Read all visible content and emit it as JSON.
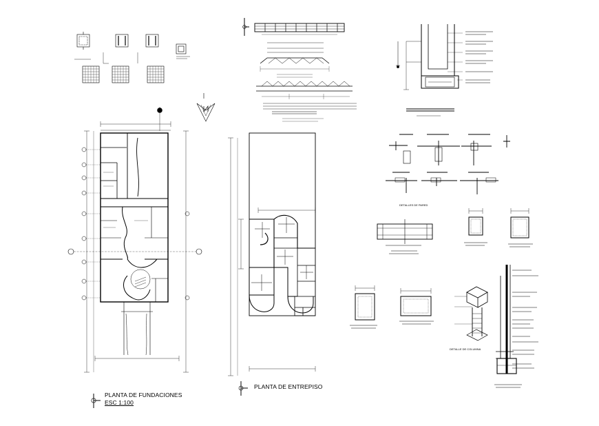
{
  "titles": {
    "plan_foundations": "PLANTA DE FUNDACIONES",
    "plan_foundations_scale": "ESC 1:100",
    "plan_entrepiso": "PLANTA DE ENTREPISO",
    "detalles_pared": "DETALLES DE PARED",
    "detalle_columna": "DETALLE DE COLUMNA"
  },
  "colors": {
    "line": "#000000",
    "background": "#ffffff"
  },
  "icons": [
    "north-arrow-icon",
    "section-marker-icon"
  ]
}
